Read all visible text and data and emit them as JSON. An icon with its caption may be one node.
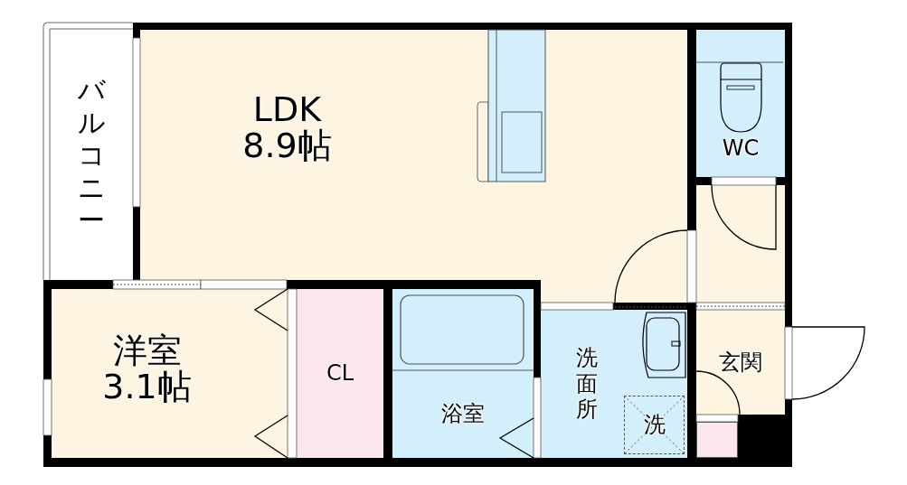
{
  "diagram": {
    "nodes": [
      {
        "text": [
          "バルコニー"
        ]
      },
      {
        "text": [
          "LDK",
          "8.9帖"
        ]
      },
      {
        "text": [
          "WC"
        ]
      },
      {
        "text": [
          "洋室",
          "3.1帖"
        ]
      },
      {
        "text": [
          "CL"
        ]
      },
      {
        "text": [
          "浴室"
        ]
      },
      {
        "text": [
          "洗面所"
        ]
      },
      {
        "text": [
          "洗"
        ],
        "in": 6
      },
      {
        "text": [
          "玄関"
        ]
      },
      {
        "text": [],
        "shape": "box"
      }
    ]
  }
}
